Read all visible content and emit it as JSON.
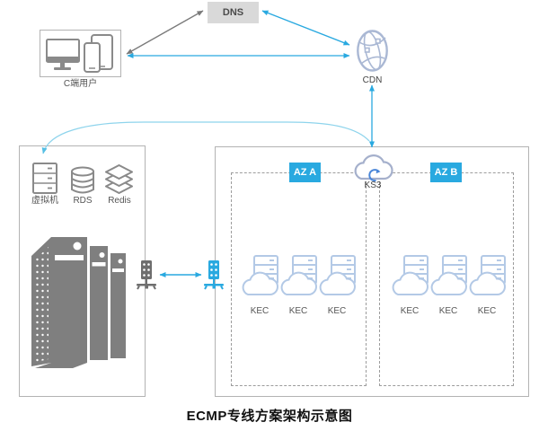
{
  "title": "ECMP专线方案架构示意图",
  "nodes": {
    "dns": {
      "label": "DNS"
    },
    "client": {
      "label": "C端用户"
    },
    "cdn": {
      "label": "CDN"
    },
    "ks3": {
      "label": "KS3"
    },
    "vm": {
      "label": "虚拟机"
    },
    "rds": {
      "label": "RDS"
    },
    "redis": {
      "label": "Redis"
    }
  },
  "zones": [
    {
      "label": "AZ A",
      "instances": [
        "KEC",
        "KEC",
        "KEC"
      ]
    },
    {
      "label": "AZ B",
      "instances": [
        "KEC",
        "KEC",
        "KEC"
      ]
    }
  ],
  "colors": {
    "accent_cyan": "#29a9e0",
    "light_curve": "#8ed4ec",
    "icon_blue_outline": "#b3c9e6",
    "cloud_outline": "#a5b0cc",
    "globe_outline": "#aab8d4",
    "gray_arrow": "#7a7a7a",
    "icon_gray": "#8a8a8a",
    "tower_gray": "#7f7f7f",
    "dns_bg": "#d9d9d9",
    "az_bg": "#29a9e0"
  }
}
